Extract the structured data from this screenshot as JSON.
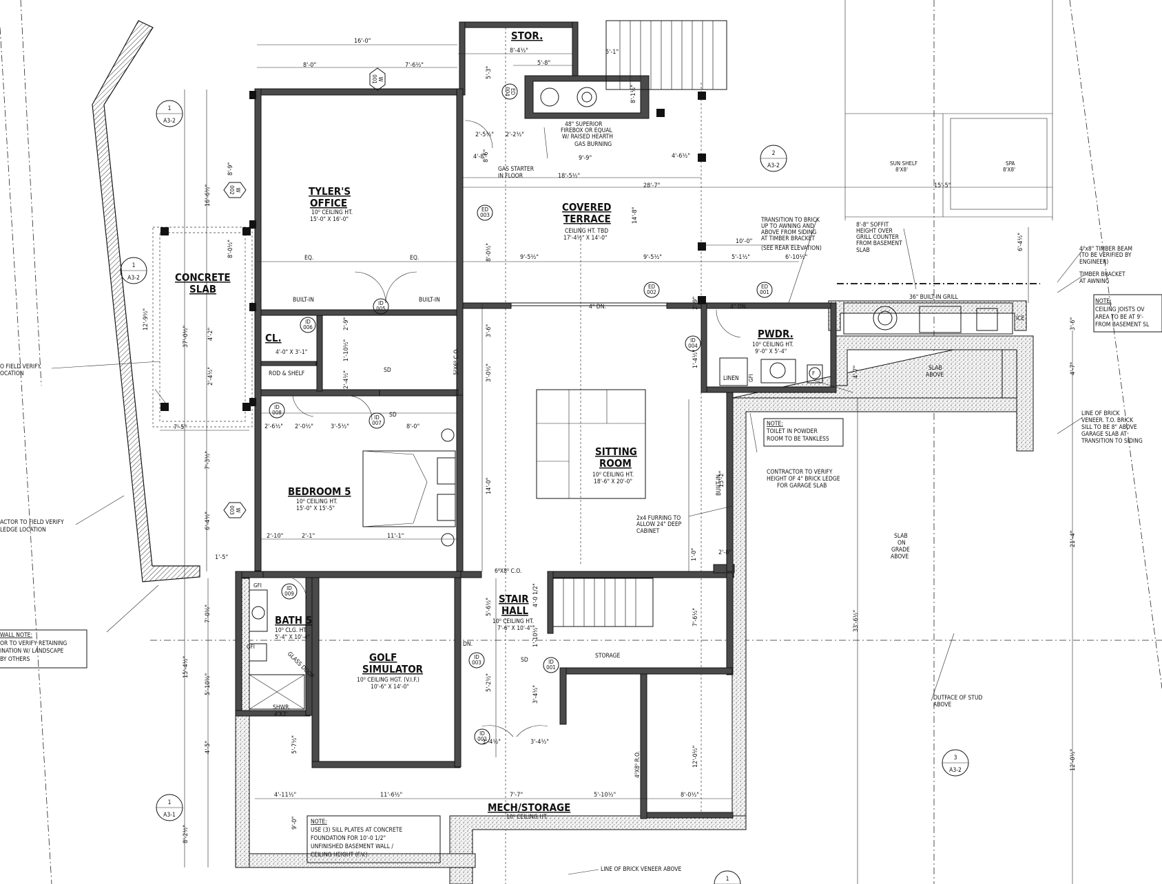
{
  "rooms": {
    "office": {
      "name": "TYLER'S",
      "name2": "OFFICE",
      "ceiling": "10⁰ CEILING HT.",
      "size": "15'-0\" X 16'-0\""
    },
    "terrace": {
      "name": "COVERED",
      "name2": "TERRACE",
      "ceiling": "CEILING HT. TBD",
      "size": "17'-4½\" X 14'-0\""
    },
    "sitting": {
      "name": "SITTING",
      "name2": "ROOM",
      "ceiling": "10⁰ CEILING HT.",
      "size": "18'-6\" X 20'-0\""
    },
    "bedroom": {
      "name": "BEDROOM 5",
      "ceiling": "10⁰ CEILING HT.",
      "size": "15'-0\" X 15'-5\""
    },
    "bath": {
      "name": "BATH 5",
      "ceiling": "10⁰ CLG. HT.",
      "size": "5'-4\" X 10'-4\""
    },
    "golf": {
      "name": "GOLF",
      "name2": "SIMULATOR",
      "ceiling": "10⁰ CEILING HGT. (V.I.F.)",
      "size": "10'-6\" X 14'-0\""
    },
    "stair": {
      "name": "STAIR",
      "name2": "HALL",
      "ceiling": "10⁰ CEILING HT.",
      "size": "7'-6\" X 10'-4\""
    },
    "mech": {
      "name": "MECH/STORAGE",
      "ceiling": "10⁰ CEILING HT."
    },
    "pwdr": {
      "name": "PWDR.",
      "ceiling": "10⁰ CEILING HT.",
      "size": "9'-0\" X 5'-4\""
    },
    "stor": {
      "name": "STOR."
    },
    "cl": {
      "name": "CL.",
      "size": "4'-0\" X 3'-1\""
    },
    "concrete": {
      "name": "CONCRETE",
      "name2": "SLAB"
    }
  },
  "labels": {
    "builtin1": "BUILT-IN",
    "builtin2": "BUILT-IN",
    "builtin3": "BUILT-IN",
    "rod_shelf": "ROD & SHELF",
    "linen": "LINEN",
    "storage": "STORAGE",
    "dn": "DN.",
    "dn4a": "4\" DN.",
    "dn4b": "4\" DN.",
    "eq1": "EQ.",
    "eq2": "EQ.",
    "co1": "5²X6⁸ C.O.",
    "co2": "6⁸X8⁰ C.O.",
    "ro": "4⁰X8⁰ R.O.",
    "shwr": "SHWR.",
    "shwr_size": "4'X3'",
    "glass_door": "GLASS DOOR",
    "sd1": "SD",
    "sd2": "SD",
    "sd3": "SD",
    "gfi1": "GFI",
    "gfi2": "GFI",
    "gfi3": "GFI",
    "ice": "ICE",
    "f": "F",
    "sun_shelf": "SUN SHELF",
    "sun_shelf_size": "8'X8'",
    "spa": "SPA",
    "spa_size": "8'X8'",
    "grill": "36\" BUILT-IN GRILL"
  },
  "notes": {
    "firebox1": "48\" SUPERIOR",
    "firebox2": "FIREBOX OR EQUAL",
    "firebox3": "W/ RAISED HEARTH",
    "firebox4": "GAS BURNING",
    "gas1": "GAS STARTER",
    "gas2": "IN FLOOR",
    "transition1": "TRANSITION TO BRICK",
    "transition2": "UP TO AWNING AND",
    "transition3": "ABOVE FROM SIDING",
    "transition4": "AT TIMBER BRACKET",
    "transition5": "(SEE REAR ELEVATION)",
    "soffit1": "8'-8\" SOFFIT",
    "soffit2": "HEIGHT OVER",
    "soffit3": "GRILL COUNTER",
    "soffit4": "FROM BASEMENT",
    "soffit5": "SLAB",
    "timber1": "4\"x8\" TIMBER BEAM",
    "timber2": "(TO BE VERIFIED BY",
    "timber3": "ENGINEER)",
    "bracket1": "TIMBER BRACKET",
    "bracket2": "AT AWNING",
    "ceil_title": "NOTE:",
    "ceil1": "CEILING JOISTS OV",
    "ceil2": "AREA TO BE AT 9'-",
    "ceil3": "FROM BASEMENT SL",
    "slab_above1": "SLAB",
    "slab_above2": "ABOVE",
    "toilet_title": "NOTE:",
    "toilet1": "TOILET IN POWDER",
    "toilet2": "ROOM TO BE TANKLESS",
    "brick1": "LINE OF BRICK",
    "brick2": "VENEER. T.O. BRICK",
    "brick3": "SILL TO BE 8\" ABOVE",
    "brick4": "GARAGE SLAB AT",
    "brick5": "TRANSITION TO SIDING",
    "ledge1": "CONTRACTOR TO VERIFY",
    "ledge2": "HEIGHT OF 4\" BRICK LEDGE",
    "ledge3": "FOR GARAGE SLAB",
    "furring1": "2x4 FURRING TO",
    "furring2": "ALLOW 24\" DEEP",
    "furring3": "CABINET",
    "sog1": "SLAB",
    "sog2": "ON",
    "sog3": "GRADE",
    "sog4": "ABOVE",
    "stud1": "OUTFACE OF STUD",
    "stud2": "ABOVE",
    "left1a": "O FIELD VERIFY",
    "left1b": "OCATION",
    "left2a": "ACTOR TO FIELD VERIFY",
    "left2b": "LEDGE LOCATION",
    "wall_title": "WALL NOTE:",
    "wall1": "OR TO VERIFY RETAINING",
    "wall2": "INATION W/ LANDSCAPE",
    "wall3": "BY OTHERS",
    "sill_title": "NOTE:",
    "sill1": "USE (3) SILL PLATES AT CONCRETE",
    "sill2": "FOUNDATION FOR 10'-0 1/2\"",
    "sill3": "UNFINISHED BASEMENT WALL /",
    "sill4": "CEILING HEIGHT (F.V.)",
    "brick_line": "LINE OF BRICK VENEER ABOVE"
  },
  "dims": {
    "d16_0": "16'-0\"",
    "d8_0a": "8'-0\"",
    "d7_6": "7'-6½\"",
    "d8_4": "8'-4½\"",
    "d5_8": "5'-8\"",
    "d5_3": "5'-3\"",
    "d5_1": "5'-1\"",
    "d8_1": "8'-1½\"",
    "d2_5a": "2'-5½\"",
    "d2_2": "2'-2½\"",
    "d4_8": "4'-8\"",
    "d8_6": "8'-6\"",
    "d4_6": "4'-6½\"",
    "d9_9": "9'-9\"",
    "d18_5": "18'-5½\"",
    "d28_7": "28'-7\"",
    "d14_8": "14'-8\"",
    "d15_5": "15'-5\"",
    "d9_5a": "9'-5½\"",
    "d9_5b": "9'-5½\"",
    "d8_0b": "8'-0½\"",
    "d10_0": "10'-0\"",
    "d6_10": "6'-10½\"",
    "d5_1b": "5'-1½\"",
    "d6_4": "6'-4½\"",
    "d16_6": "16'-6½\"",
    "d8_9": "8'-9\"",
    "d8_0c": "8'-0½\"",
    "d12_9": "12'-9½\"",
    "d37_0": "37'-0½\"",
    "d4_2": "4'-2\"",
    "d2_4a": "2'-4½\"",
    "d7_5": "7'-5\"",
    "d2_6": "2'-6½\"",
    "d2_0": "2'-0½\"",
    "d3_5": "3'-5½\"",
    "d8_0d": "8'-0\"",
    "d2_9": "2'-9\"",
    "d1_10": "1'-10½\"",
    "d2_4b": "2'-4½\"",
    "d3_6": "3'-6\"",
    "d3_0": "3'-0½\"",
    "d7_3": "7'-3½\"",
    "d14_0a": "14'-0\"",
    "d6_4b": "6'-4½\"",
    "d1_5": "1'-5\"",
    "d2_10": "2'-10\"",
    "d2_1": "2'-1\"",
    "d11_1": "11'-1\"",
    "d14_0b": "14'-0\"",
    "d2_9b": "2'-9\"",
    "d1_4": "1'-4½\"",
    "d4_7": "4'-7\"",
    "d4_7b": "4'-7\"",
    "d13_2": "13'-2\"",
    "d2_8": "2'-8\"",
    "d1_0": "1'-0\"",
    "d21_4": "21'-4\"",
    "d7_0": "7'-0½\"",
    "d15_4": "15'-4½\"",
    "d5_10": "5'-10½\"",
    "d4_5": "4'-5\"",
    "d5_7": "5'-7½\"",
    "d5_6": "5'-6½\"",
    "d5_2": "5'-2½\"",
    "d4_0": "4'-0 1/2\"",
    "d1_10b": "1'-10½\"",
    "d3_4": "3'-4½\"",
    "d3_4b": "3'-4½\"",
    "d3_4c": "3'-4½\"",
    "d7_6b": "7'-6½\"",
    "d4_11": "4'-11½\"",
    "d11_6": "11'-6½\"",
    "d7_7": "7'-7\"",
    "d5_10b": "5'-10½\"",
    "d8_0e": "8'-0½\"",
    "d9_0": "9'-0\"",
    "d8_2": "8'-2½\"",
    "d12_0": "12'-0½\"",
    "d12_0b": "12'-0½\"",
    "d33_6": "33'-6½\"",
    "d3_6b": "3'-6\""
  },
  "tags": {
    "w001": "W",
    "w001n": "001",
    "w002": "W",
    "w002n": "002",
    "w003": "W",
    "w003n": "003",
    "ed004": "ED",
    "ed004n": "004",
    "ed003": "ED",
    "ed003n": "003",
    "ed002": "ED",
    "ed002n": "002",
    "ed001": "ED",
    "ed001n": "001",
    "id005": "ID",
    "id005n": "005",
    "id006": "ID",
    "id006n": "006",
    "id008": "ID",
    "id008n": "008",
    "id007": "ID",
    "id007n": "007",
    "id004": "ID",
    "id004n": "004",
    "id009": "ID",
    "id009n": "009",
    "id003": "ID",
    "id003n": "003",
    "id001": "ID",
    "id001n": "001",
    "id002": "ID",
    "id002n": "002"
  },
  "sections": {
    "s1": "1",
    "s1s": "A3-2",
    "s2": "2",
    "s2s": "A3-2",
    "s3": "1",
    "s3s": "A3-2",
    "s4": "3",
    "s4s": "A3-2",
    "s5": "1",
    "s5s": "A3-1",
    "s6": "1"
  }
}
